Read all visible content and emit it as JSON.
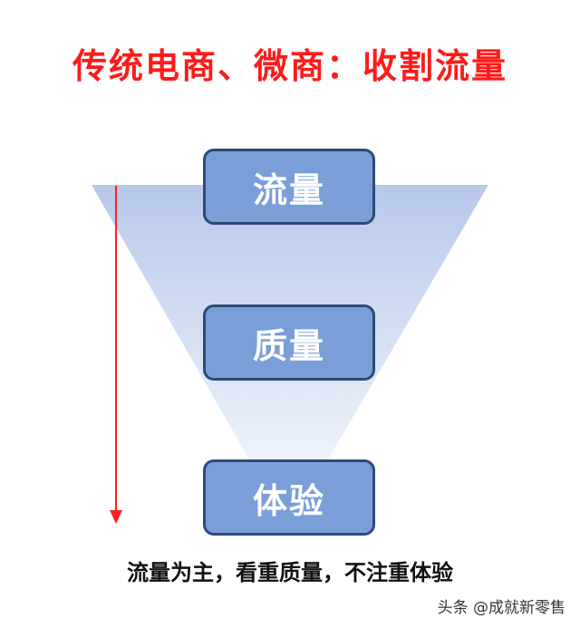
{
  "title": "传统电商、微商：收割流量",
  "stages": [
    {
      "label": "流量"
    },
    {
      "label": "质量"
    },
    {
      "label": "体验"
    }
  ],
  "caption": "流量为主，看重质量，不注重体验",
  "watermark": "头条 @成就新零售",
  "colors": {
    "title": "#ff1a1a",
    "stage_fill": "#7a9fd8",
    "stage_border": "#2f4a78",
    "funnel_top": "#b7c8ea",
    "funnel_bottom": "#eef3fb",
    "arrow": "#ff2020"
  }
}
